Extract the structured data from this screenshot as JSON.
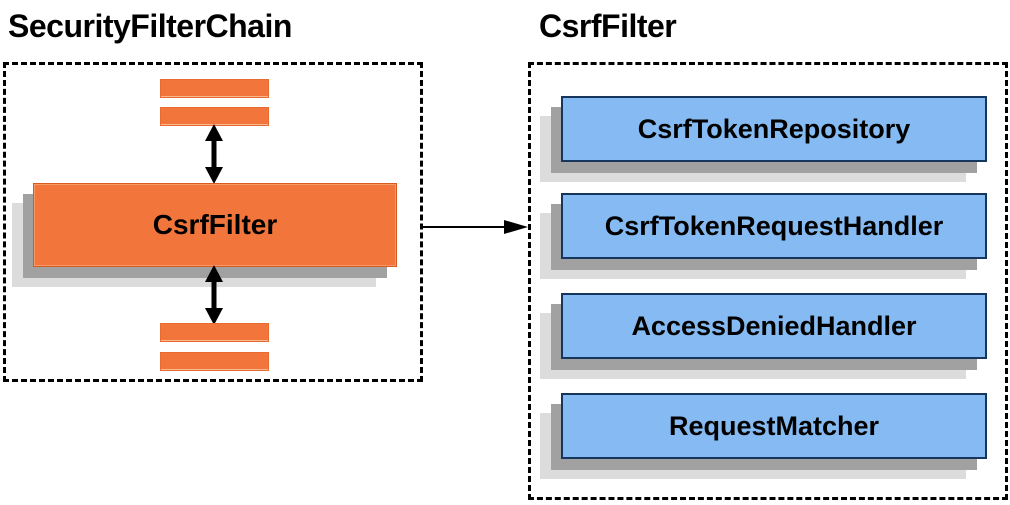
{
  "left_panel": {
    "title": "SecurityFilterChain",
    "filter_box_label": "CsrfFilter",
    "other_filters": [
      "filter-bar",
      "filter-bar",
      "filter-bar",
      "filter-bar"
    ]
  },
  "right_panel": {
    "title": "CsrfFilter",
    "components": [
      "CsrfTokenRepository",
      "CsrfTokenRequestHandler",
      "AccessDeniedHandler",
      "RequestMatcher"
    ]
  },
  "icons": {
    "vertical_arrows": "bidirectional-arrow-icon",
    "flow_arrow": "right-arrow-icon"
  },
  "colors": {
    "orange_fill": "#F2753B",
    "orange_border": "#D8591F",
    "blue_fill": "#85BBF2",
    "blue_border": "#17365D",
    "shadow_dark": "#A1A1A1",
    "shadow_light": "#DCDCDC",
    "dashed_border": "#000000",
    "text": "#000000",
    "background": "#FFFFFF"
  }
}
